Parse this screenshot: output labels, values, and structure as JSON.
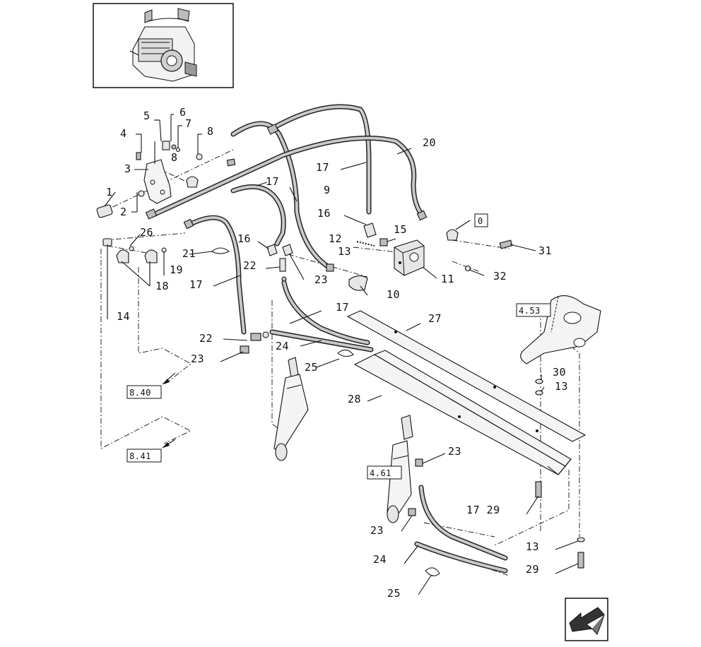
{
  "diagram": {
    "labels": [
      "1",
      "2",
      "3",
      "4",
      "5",
      "6",
      "7",
      "8",
      "8",
      "9",
      "10",
      "11",
      "12",
      "13",
      "14",
      "15",
      "16",
      "16",
      "17",
      "17",
      "17",
      "17",
      "17 29",
      "18",
      "19",
      "20",
      "21",
      "22",
      "22",
      "23",
      "23",
      "23",
      "23",
      "24",
      "24",
      "25",
      "25",
      "26",
      "27",
      "28",
      "29",
      "30",
      "31",
      "32",
      "13",
      "13"
    ],
    "references": {
      "ref_0": "0",
      "ref_453": "4.53",
      "ref_840": "8.40",
      "ref_841": "8.41",
      "ref_461": "4.61"
    },
    "icons": {
      "overview": "tractor-overview-icon",
      "nav": "next-page-arrow-icon"
    }
  }
}
